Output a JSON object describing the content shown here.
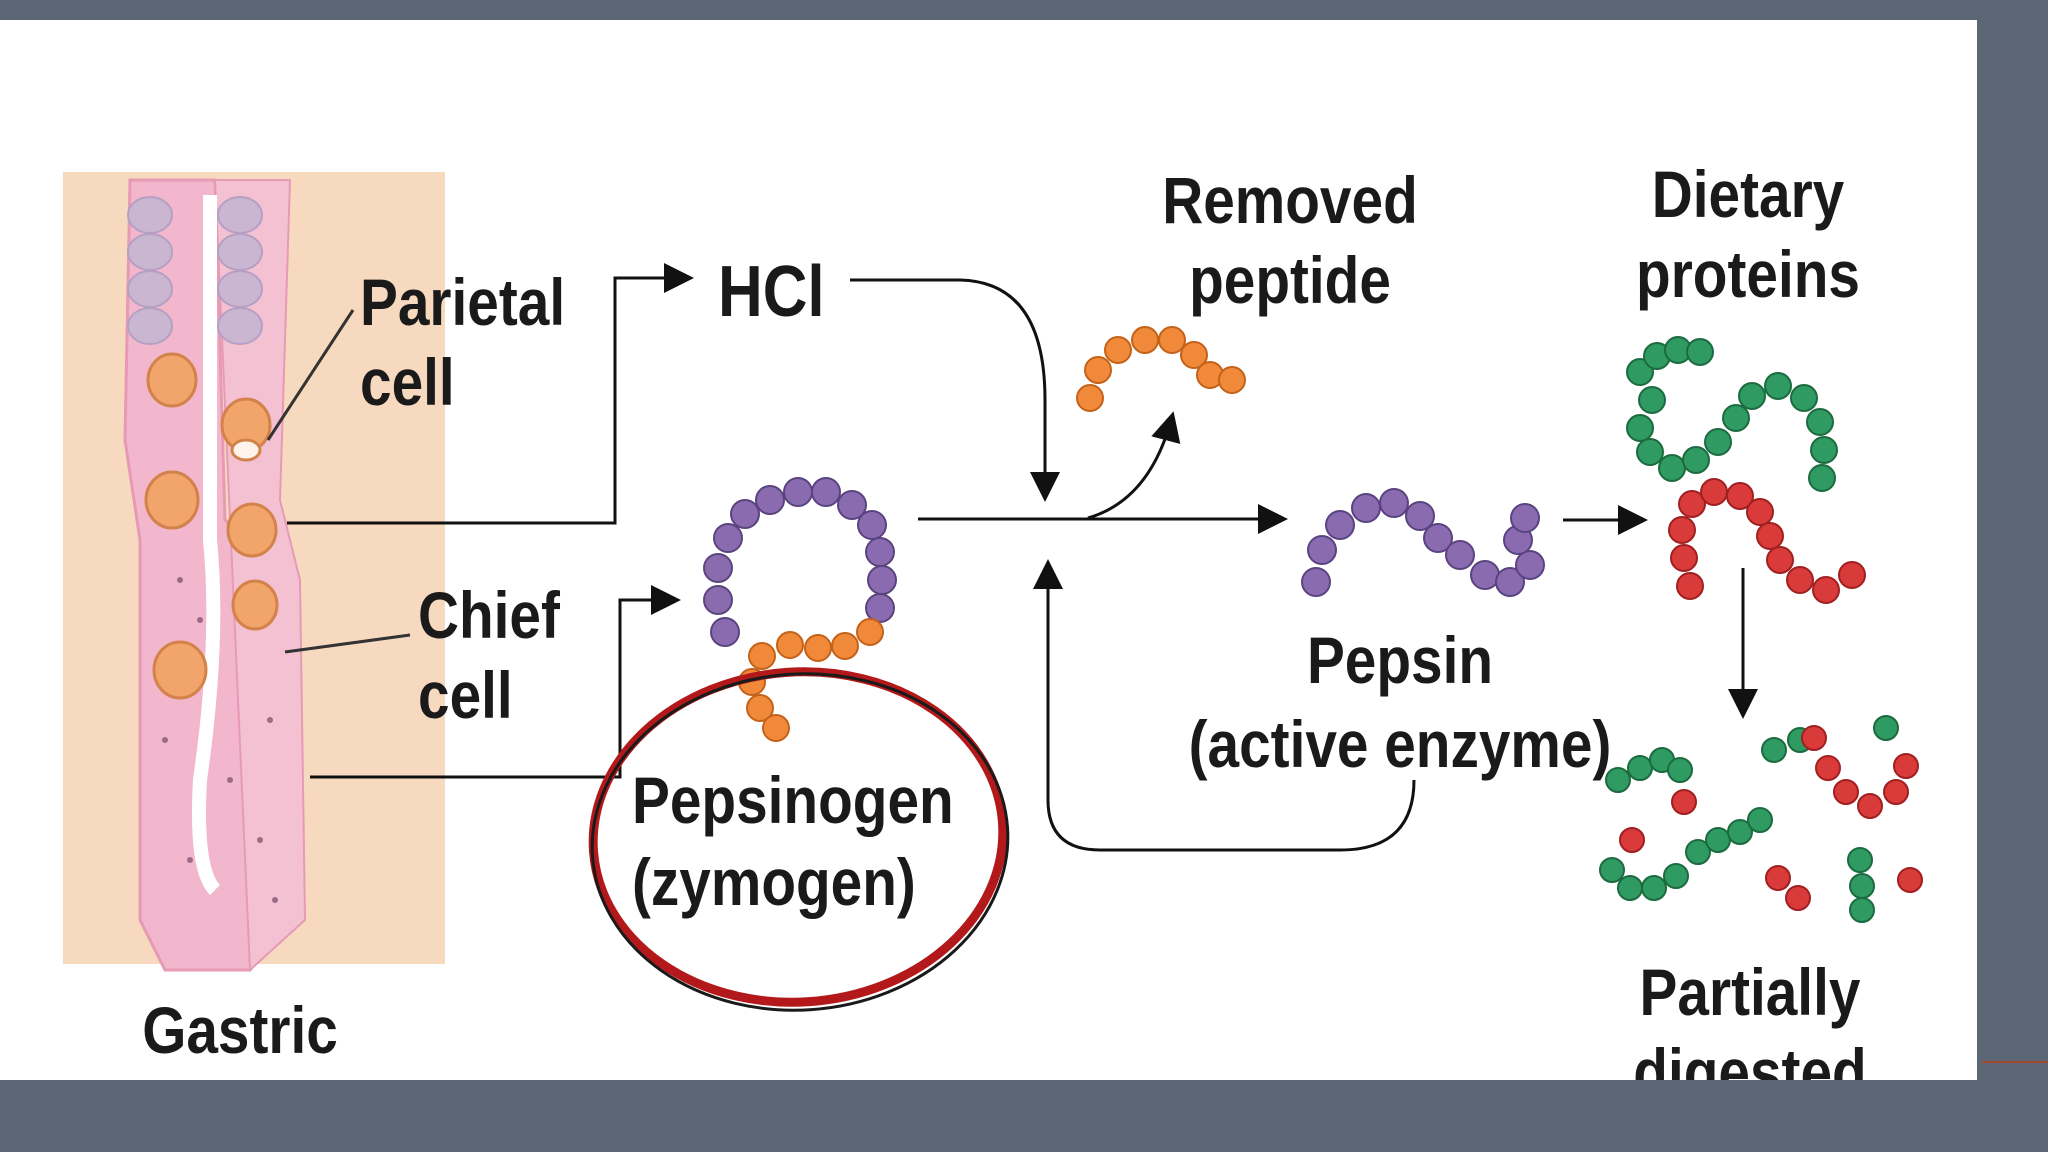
{
  "labels": {
    "parietal_cell": "Parietal cell",
    "hcl": "HCl",
    "chief_cell": "Chief cell",
    "pepsinogen": "Pepsinogen",
    "zymogen": "(zymogen)",
    "removed_peptide": "Removed peptide",
    "dietary_proteins": "Dietary proteins",
    "pepsin": "Pepsin",
    "active_enzyme": "(active enzyme)",
    "partially_digested": "Partially digested",
    "gastric_gland": "Gastric gland"
  },
  "colors": {
    "gland_background": "#f7d9c0",
    "gland_pink": "#f2b7cc",
    "parietal_orange": "#f1a56b",
    "chief_lilac": "#cbb6d2",
    "peptide_orange": "#f08a3a",
    "pepsin_purple": "#8a6bb0",
    "protein_green": "#2f9a62",
    "protein_red": "#d93b3b",
    "highlight_ring": "#b3191a",
    "slide_background": "#5b6775"
  }
}
